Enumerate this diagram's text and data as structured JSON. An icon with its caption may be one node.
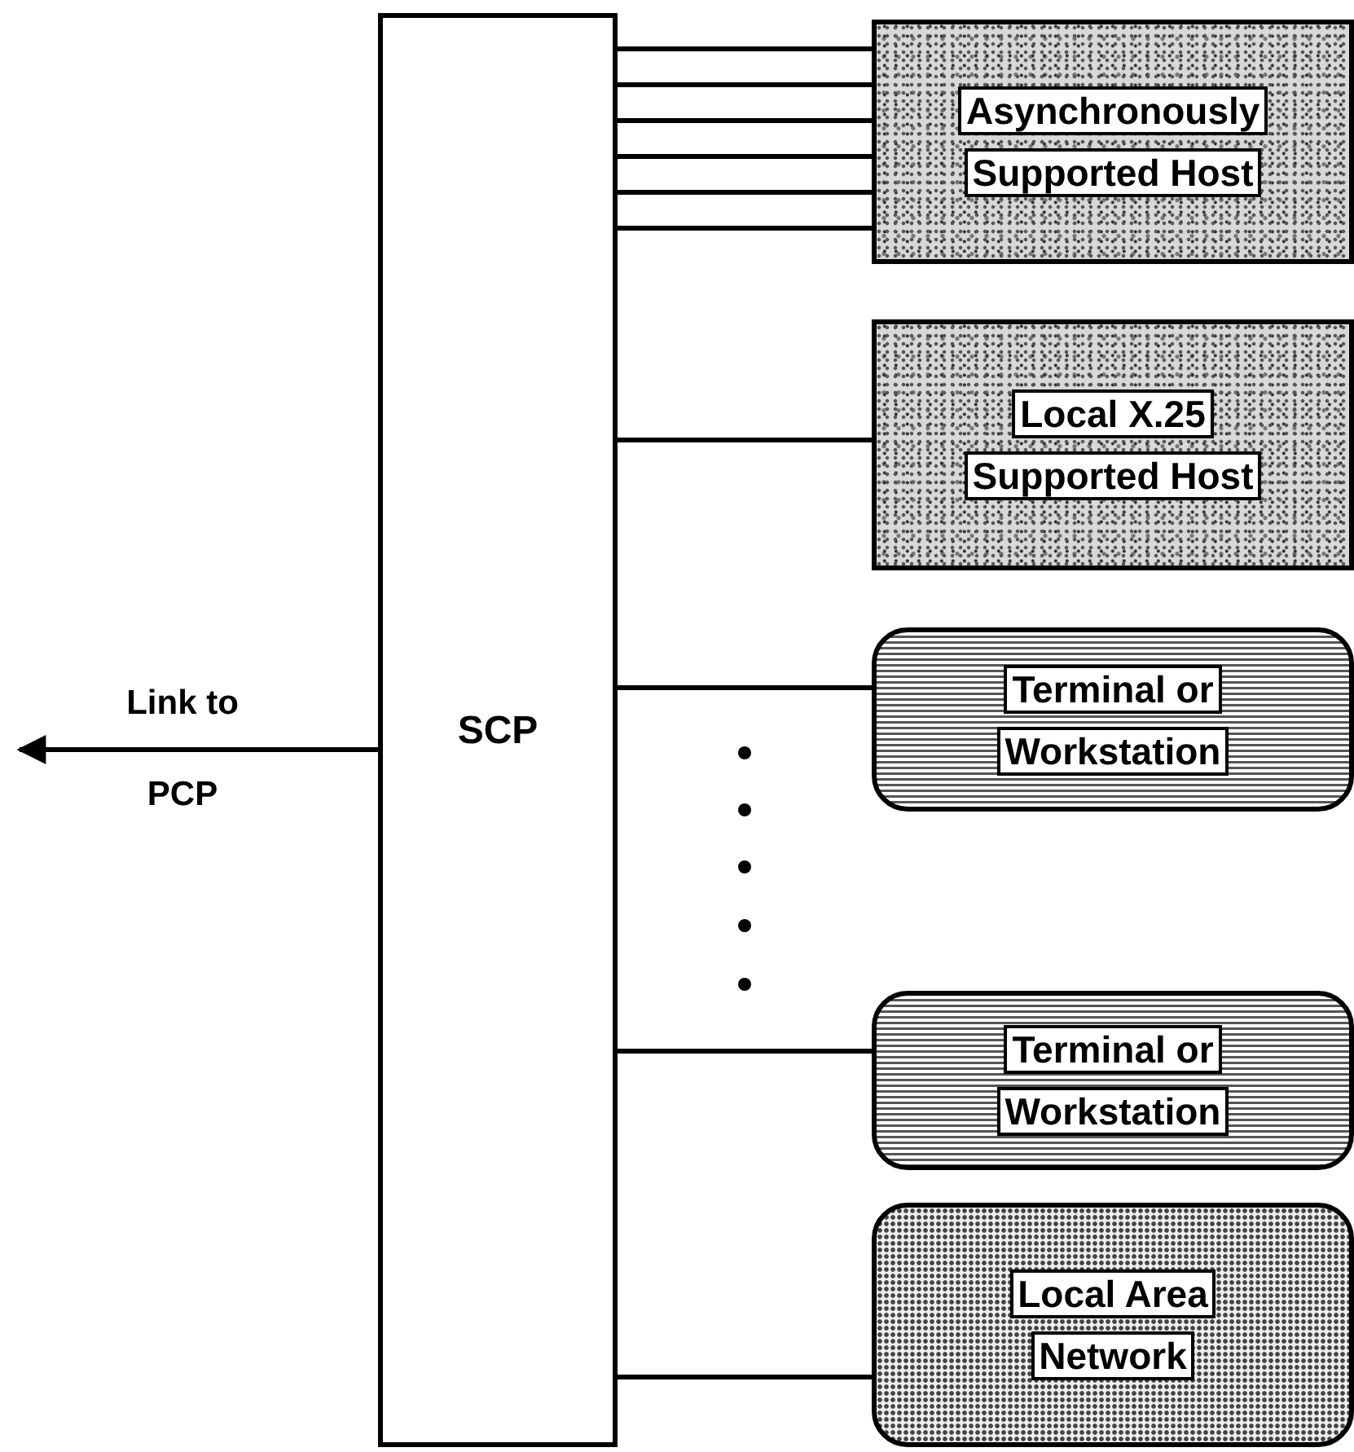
{
  "diagram": {
    "nodes": [
      {
        "text": [
          "SCP"
        ]
      },
      {
        "text": [
          "Asynchronously Supported Host"
        ]
      },
      {
        "text": [
          "Local X.25 Supported Host"
        ]
      },
      {
        "text": [
          "Terminal or Workstation"
        ]
      },
      {
        "text": [
          "Terminal or Workstation"
        ]
      },
      {
        "text": [
          "Local Area Network"
        ]
      }
    ],
    "edges": [
      {
        "from": 0,
        "to": null,
        "arrow": "to",
        "label": "Link to PCP"
      },
      {
        "from": 0,
        "to": 1,
        "arrow": "none"
      },
      {
        "from": 0,
        "to": 1,
        "arrow": "none"
      },
      {
        "from": 0,
        "to": 1,
        "arrow": "none"
      },
      {
        "from": 0,
        "to": 1,
        "arrow": "none"
      },
      {
        "from": 0,
        "to": 1,
        "arrow": "none"
      },
      {
        "from": 0,
        "to": 1,
        "arrow": "none"
      },
      {
        "from": 0,
        "to": 2,
        "arrow": "none"
      },
      {
        "from": 0,
        "to": 3,
        "arrow": "none"
      },
      {
        "from": 0,
        "to": 4,
        "arrow": "none"
      },
      {
        "from": 0,
        "to": 5,
        "arrow": "none"
      }
    ]
  }
}
